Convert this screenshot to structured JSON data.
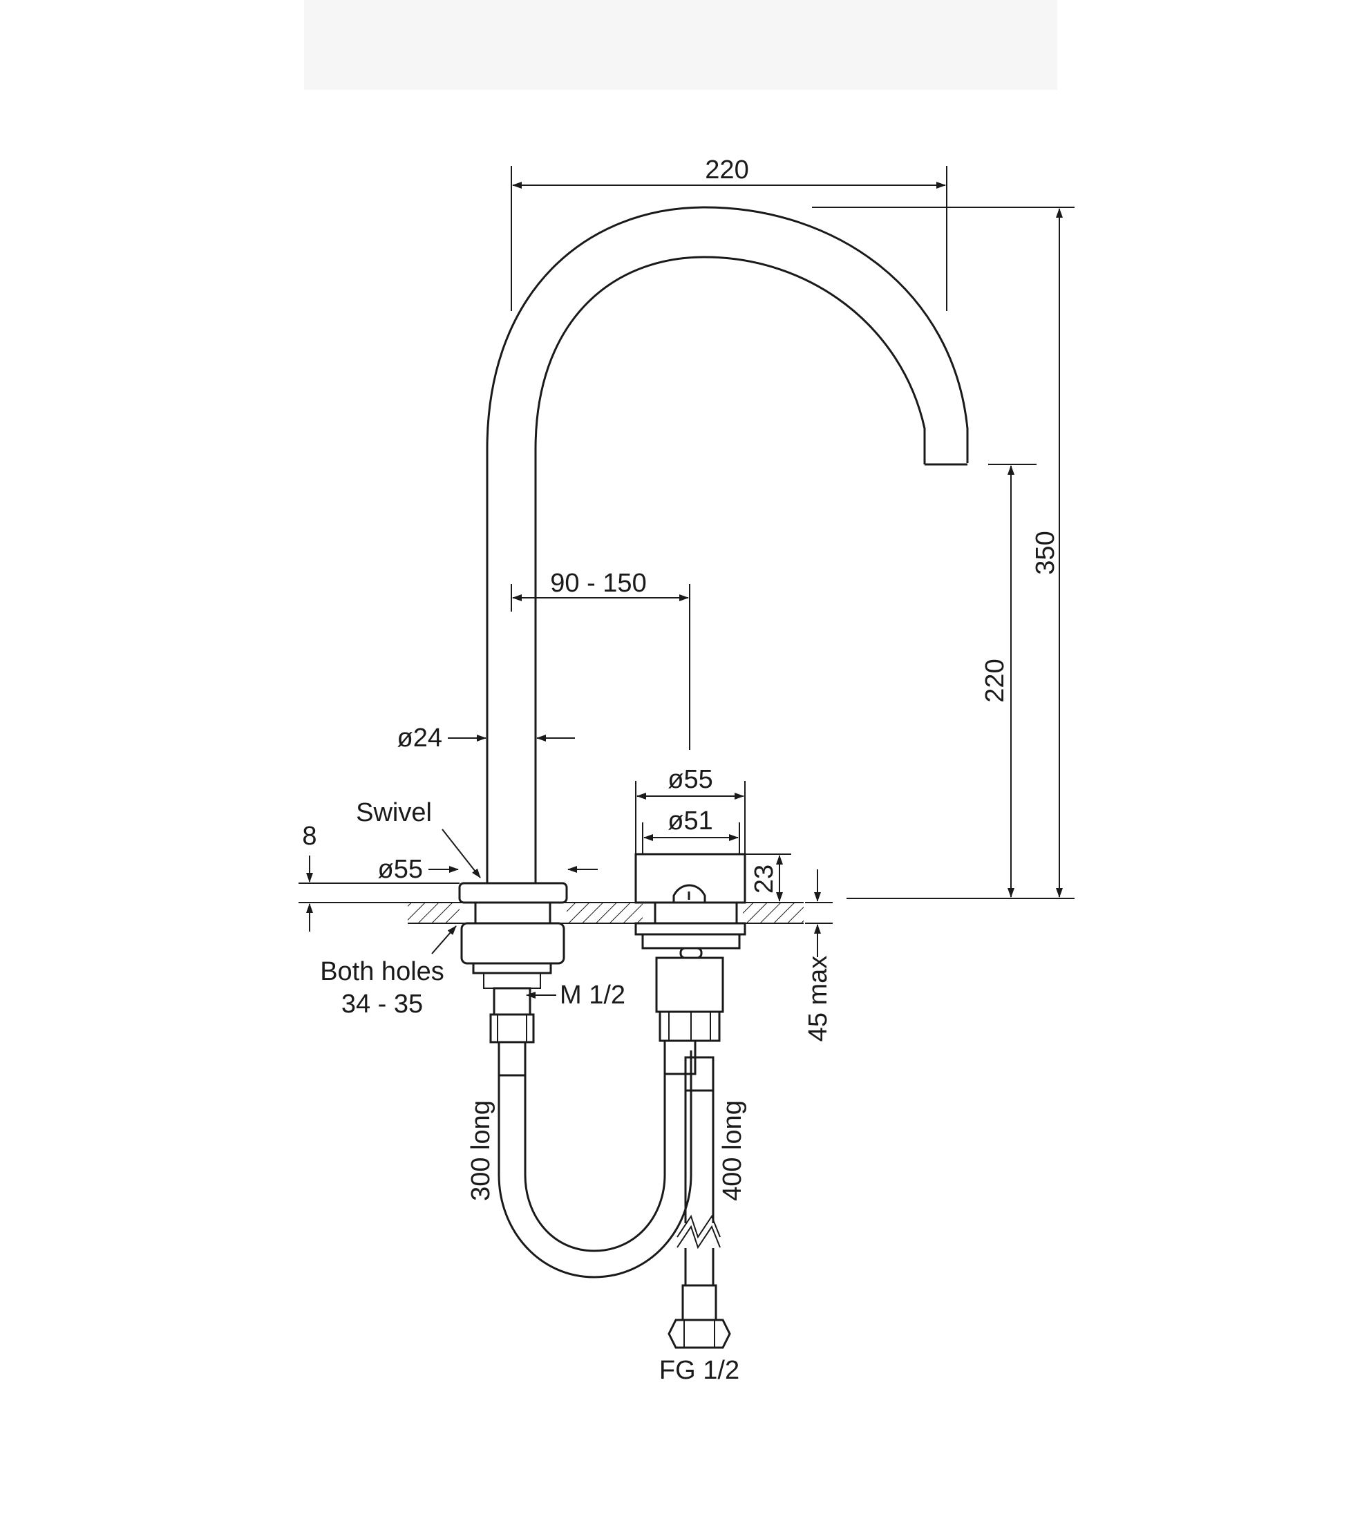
{
  "drawing": {
    "overall_width": "220",
    "overall_height": "350",
    "spout_height": "220",
    "hole_spacing": "90 - 150",
    "pipe_diameter": "ø24",
    "body_outer_diameter": "ø55",
    "body_inner_diameter": "ø51",
    "body_height": "23",
    "swivel_label": "Swivel",
    "swivel_diameter": "ø55",
    "swivel_thickness": "8",
    "holes_label_line1": "Both holes",
    "holes_label_line2": "34 - 35",
    "thread_label": "M 1/2",
    "counter_thickness": "45 max",
    "hose_left": "300 long",
    "hose_right": "400 long",
    "connector_label": "FG 1/2"
  }
}
